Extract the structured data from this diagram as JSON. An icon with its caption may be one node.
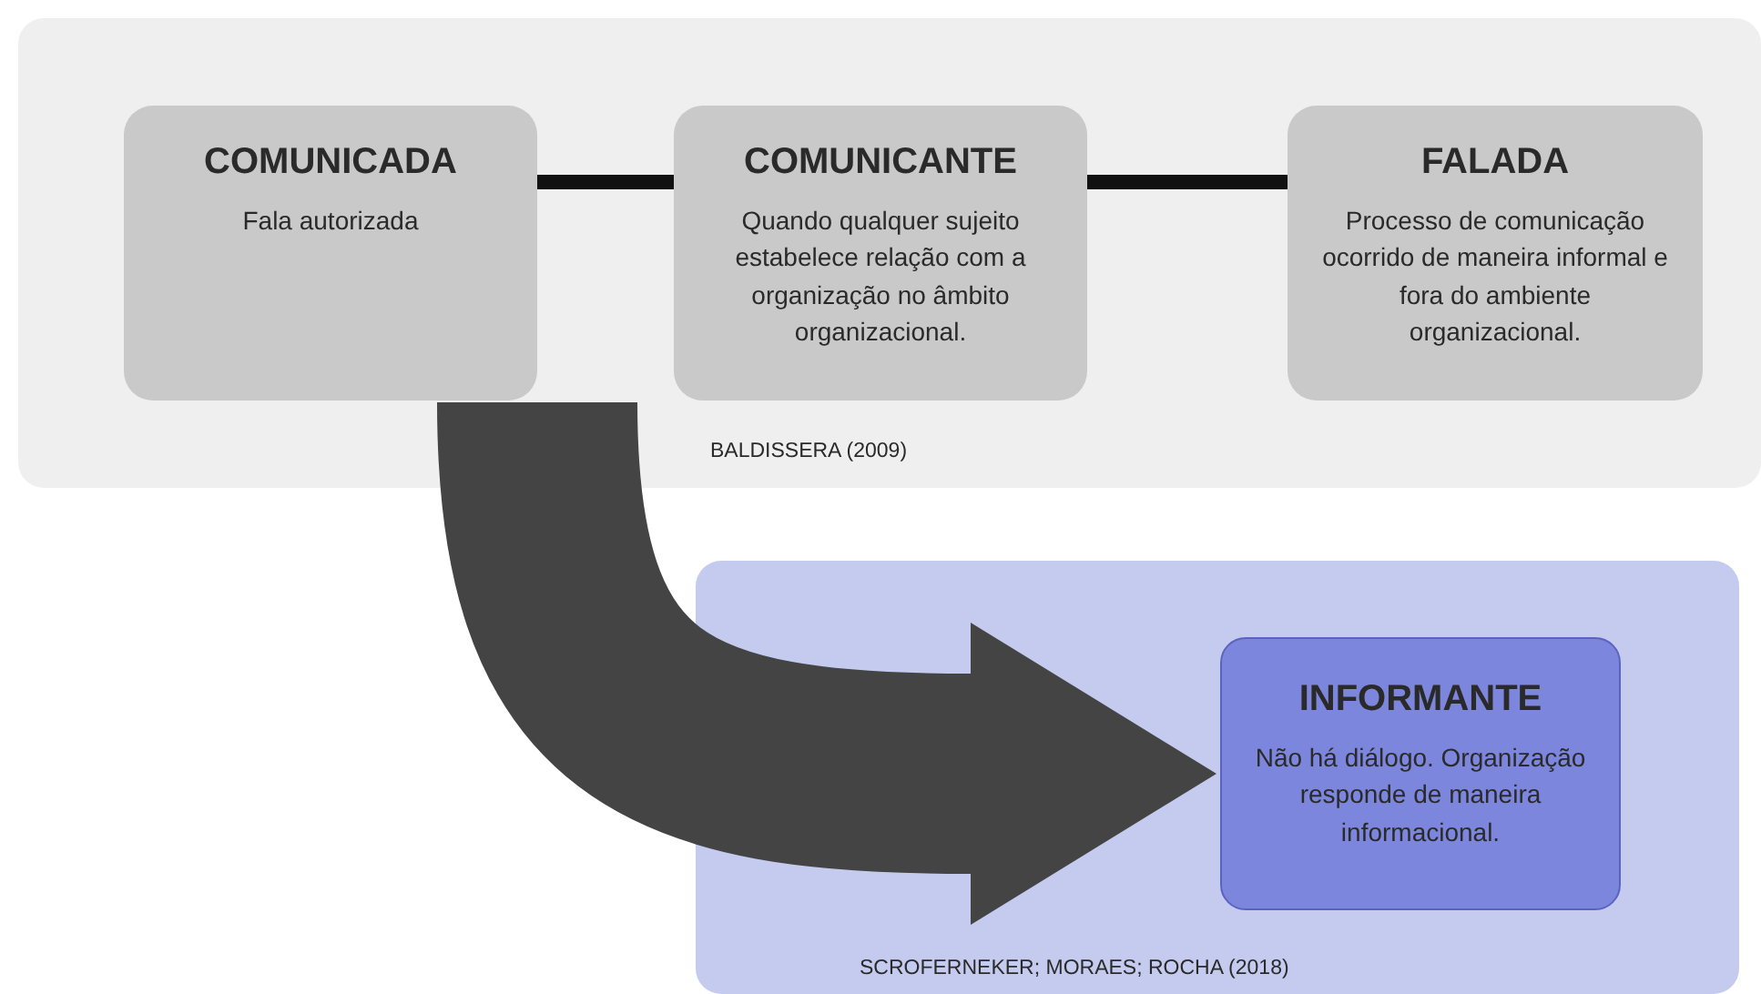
{
  "diagram": {
    "nodes": [
      {
        "text": [
          "BALDISSERA (2009)"
        ]
      },
      {
        "text": [
          "COMUNICADA",
          "Fala autorizada"
        ],
        "in": 0
      },
      {
        "text": [
          "COMUNICANTE",
          "Quando qualquer sujeito estabelece relação com a organização no âmbito organizacional."
        ],
        "in": 0
      },
      {
        "text": [
          "FALADA",
          "Processo de comunicação ocorrido de maneira informal e fora do ambiente organizacional."
        ],
        "in": 0
      },
      {
        "text": [
          "SCROFERNEKER; MORAES; ROCHA (2018)"
        ]
      },
      {
        "text": [
          "INFORMANTE",
          "Não há diálogo. Organização responde de maneira informacional."
        ],
        "in": 4
      }
    ],
    "edges": [
      {
        "from": 1,
        "to": 2,
        "arrow": "none"
      },
      {
        "from": 2,
        "to": 3,
        "arrow": "none"
      },
      {
        "from": 1,
        "to": 5,
        "arrow": "to",
        "style": "thick",
        "color": "#444444"
      }
    ]
  }
}
